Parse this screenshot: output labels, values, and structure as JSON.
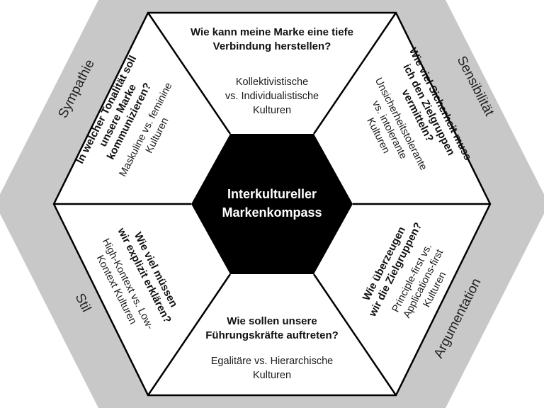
{
  "colors": {
    "outer_ring": "#c8c8c8",
    "segment_fill": "#ffffff",
    "lines": "#000000",
    "center_fill": "#000000",
    "center_text": "#ffffff"
  },
  "center": {
    "line1": "Interkultureller",
    "line2": "Markenkompass"
  },
  "dimensions": {
    "top_left": "Sympathie",
    "top_right": "Sensibilität",
    "bottom_left": "Stil",
    "bottom_right": "Argumentation"
  },
  "segments": {
    "top": {
      "question": [
        "Wie kann meine Marke eine tiefe",
        "Verbindung herstellen?"
      ],
      "answer": [
        "Kollektivistische",
        "vs. Individualistische",
        "Kulturen"
      ]
    },
    "upper_right": {
      "question": [
        "Wie viel Sicherheit muss",
        "ich den Zielgruppen",
        "vermitteln?"
      ],
      "answer": [
        "Unsicherheitstolerante",
        "vs. intolerante",
        "Kulturen"
      ]
    },
    "lower_right": {
      "question": [
        "Wie überzeugen",
        "wir die Zielgruppen?"
      ],
      "answer": [
        "Principle-first vs.",
        "Applications-first",
        "Kulturen"
      ]
    },
    "bottom": {
      "question": [
        "Wie sollen unsere",
        "Führungskräfte auftreten?"
      ],
      "answer": [
        "Egalitäre vs. Hierarchische",
        "Kulturen"
      ]
    },
    "lower_left": {
      "question": [
        "Wie viel müssen",
        "wir explizit erklären?"
      ],
      "answer": [
        "High-Kontext vs. Low-",
        "Kontext Kulturen"
      ]
    },
    "upper_left": {
      "question": [
        "In welcher Tonalität soll",
        "unsere Marke",
        "kommunizieren?"
      ],
      "answer": [
        "Maskuline vs. feminine",
        "Kulturen"
      ]
    }
  }
}
